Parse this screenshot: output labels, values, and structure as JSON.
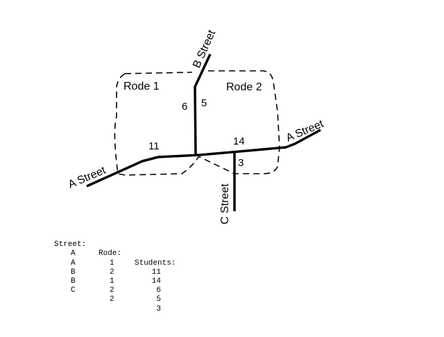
{
  "diagram": {
    "regions": [
      {
        "label": "Rode 1"
      },
      {
        "label": "Rode 2"
      }
    ],
    "streets": [
      {
        "label": "A Street"
      },
      {
        "label": "A Street"
      },
      {
        "label": "B Street"
      },
      {
        "label": "C Street"
      }
    ],
    "counts": {
      "a_rode1": "11",
      "a_rode2": "14",
      "b_rode1": "6",
      "b_rode2": "5",
      "c_rode2": "3"
    }
  },
  "table": {
    "headers": [
      "Street:",
      "Rode:",
      "Students:"
    ],
    "rows": [
      [
        "A",
        "1",
        "11"
      ],
      [
        "A",
        "2",
        "14"
      ],
      [
        "B",
        "1",
        "6"
      ],
      [
        "B",
        "2",
        "5"
      ],
      [
        "C",
        "2",
        "3"
      ]
    ]
  }
}
